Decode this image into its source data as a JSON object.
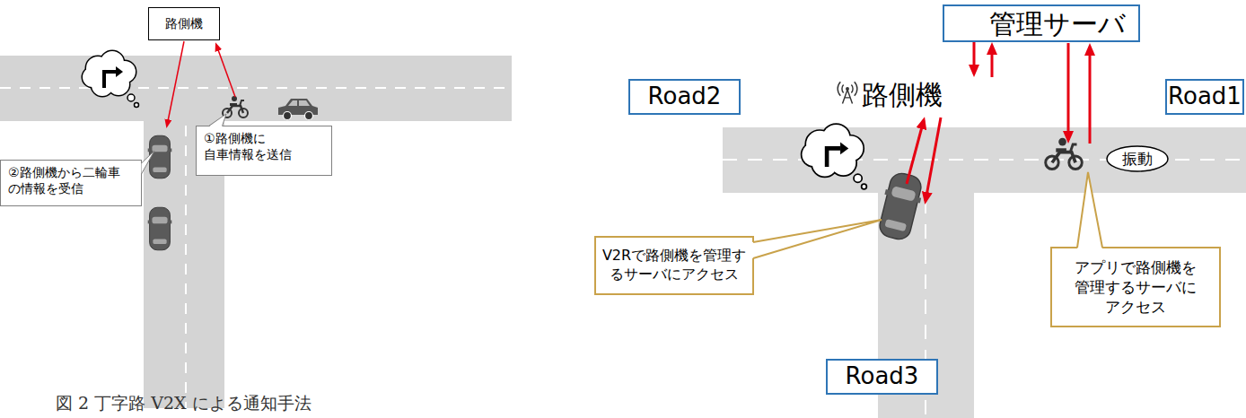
{
  "diagram": {
    "caption": "図 2 丁字路 V2X による通知手法",
    "nodes": [
      {
        "text": [
          "路側機"
        ]
      },
      {
        "text": [
          "①路側機に 自車情報を送信"
        ]
      },
      {
        "text": [
          "②路側機から二輪車 の情報を受信"
        ]
      },
      {
        "text": [
          "管理サーバ"
        ]
      },
      {
        "text": [
          "Road2"
        ]
      },
      {
        "text": [
          "路側機"
        ]
      },
      {
        "text": [
          "Road1"
        ]
      },
      {
        "text": [
          "振動"
        ]
      },
      {
        "text": [
          "V2Rで路側機を管理す るサーバにアクセス"
        ]
      },
      {
        "text": [
          "アプリで路側機を 管理するサーバに アクセス"
        ]
      },
      {
        "text": [
          "Road3"
        ]
      }
    ],
    "edges": [
      {
        "from": 3,
        "to": 5,
        "arrow": "to"
      },
      {
        "from": 5,
        "to": 3,
        "arrow": "to"
      }
    ]
  }
}
